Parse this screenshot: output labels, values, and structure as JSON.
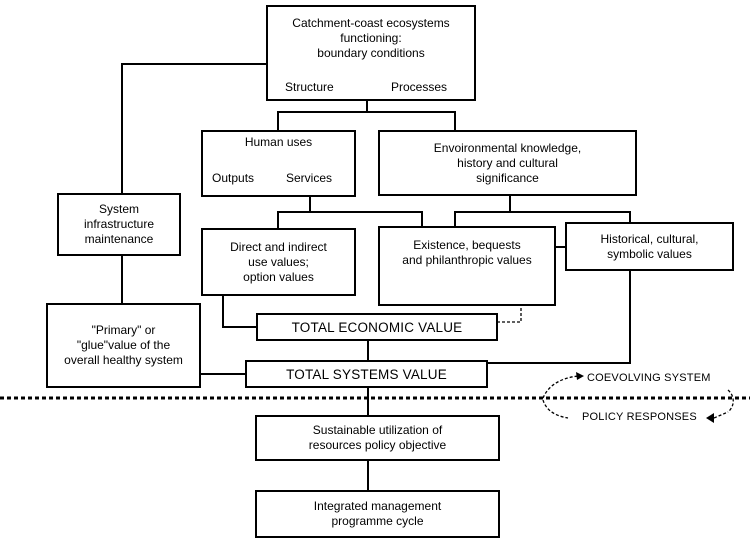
{
  "diagram": {
    "top": {
      "lines": [
        "Catchment-coast ecosystems",
        "functioning:",
        "boundary conditions"
      ],
      "left_child": "Structure",
      "right_child": "Processes"
    },
    "human_uses": {
      "title": "Human uses",
      "left_child": "Outputs",
      "right_child": "Services"
    },
    "env_knowledge": {
      "lines": [
        "Envoironmental knowledge,",
        "history and cultural",
        "significance"
      ]
    },
    "system_infra": {
      "lines": [
        "System",
        "infrastructure",
        "maintenance"
      ]
    },
    "direct_values": {
      "lines": [
        "Direct and indirect",
        "use values;",
        "option values"
      ]
    },
    "existence_values": {
      "lines": [
        "Existence, bequests",
        "and philanthropic values"
      ]
    },
    "historical_values": {
      "lines": [
        "Historical, cultural,",
        "symbolic values"
      ]
    },
    "primary_value": {
      "lines": [
        "\"Primary\" or",
        "\"glue\"value of the",
        "overall healthy system"
      ]
    },
    "total_economic_value": "TOTAL ECONOMIC VALUE",
    "total_systems_value": "TOTAL SYSTEMS VALUE",
    "coevolving_system": "COEVOLVING SYSTEM",
    "policy_responses": "POLICY RESPONSES",
    "sustainable": {
      "lines": [
        "Sustainable utilization of",
        "resources policy objective"
      ]
    },
    "integrated": {
      "lines": [
        "Integrated management",
        "programme cycle"
      ]
    }
  }
}
